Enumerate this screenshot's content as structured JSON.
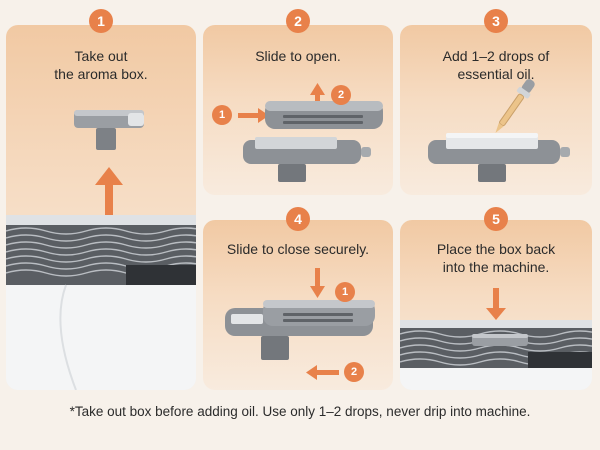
{
  "steps": [
    {
      "number": "1",
      "lines": [
        "Take out",
        "the aroma box."
      ]
    },
    {
      "number": "2",
      "lines": [
        "Slide to open."
      ],
      "markers": [
        "1",
        "2"
      ]
    },
    {
      "number": "3",
      "lines": [
        "Add 1–2 drops of",
        "essential oil."
      ]
    },
    {
      "number": "4",
      "lines": [
        "Slide to close securely."
      ],
      "markers": [
        "1",
        "2"
      ]
    },
    {
      "number": "5",
      "lines": [
        "Place the box back",
        "into the machine."
      ]
    }
  ],
  "footnote": "*Take out box before adding oil. Use only 1–2 drops, never drip into machine.",
  "colors": {
    "accent": "#e8814a",
    "panel_top": "#f1c9a3",
    "panel_bottom": "#f8ebde",
    "device_gray": "#8d9196"
  }
}
